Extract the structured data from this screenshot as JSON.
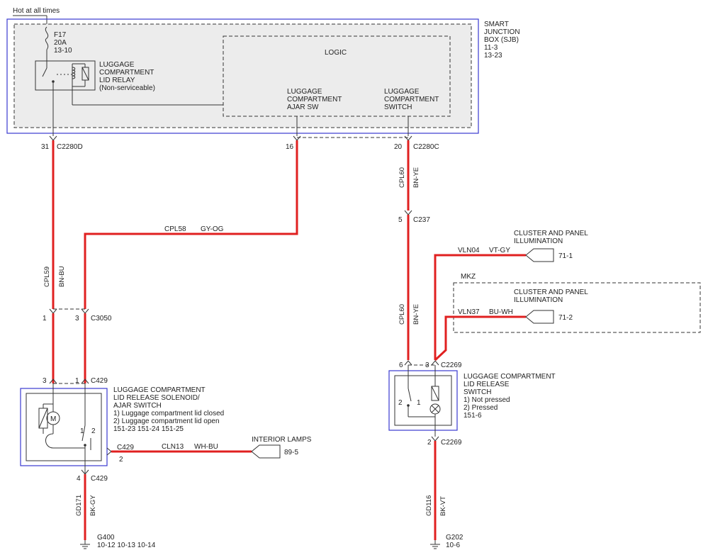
{
  "title": "Hot at all times",
  "sjb": {
    "label_lines": [
      "SMART",
      "JUNCTION",
      "BOX (SJB)",
      "11-3",
      "13-23"
    ],
    "fuse": [
      "F17",
      "20A",
      "13-10"
    ],
    "relay": [
      "LUGGAGE",
      "COMPARTMENT",
      "LID RELAY",
      "(Non-serviceable)"
    ],
    "logic": "LOGIC",
    "ajar_sw": [
      "LUGGAGE",
      "COMPARTMENT",
      "AJAR SW"
    ],
    "switch": [
      "LUGGAGE",
      "COMPARTMENT",
      "SWITCH"
    ]
  },
  "connectors": {
    "c2280d_pin": "31",
    "c2280d": "C2280D",
    "c2280_16": "16",
    "c2280c_pin": "20",
    "c2280c": "C2280C",
    "c237_pin": "5",
    "c237": "C237",
    "c3050_pin1": "1",
    "c3050_pin3": "3",
    "c3050": "C3050",
    "c429_top_pin3": "3",
    "c429_top_pin1": "1",
    "c429_top": "C429",
    "c429_right": "C429",
    "c429_right_pin": "2",
    "c429_bot_pin": "4",
    "c429_bot": "C429",
    "c2269_pin6": "6",
    "c2269_pin3": "3",
    "c2269_top": "C2269",
    "c2269_bot_pin": "2",
    "c2269_bot": "C2269"
  },
  "wires": {
    "cpl59": "CPL59",
    "bn_bu": "BN-BU",
    "cpl58": "CPL58",
    "gy_og": "GY-OG",
    "cpl60_a": "CPL60",
    "bn_ye_a": "BN-YE",
    "cpl60_b": "CPL60",
    "bn_ye_b": "BN-YE",
    "vln04": "VLN04",
    "vt_gy": "VT-GY",
    "vln37": "VLN37",
    "bu_wh": "BU-WH",
    "cln13": "CLN13",
    "wh_bu": "WH-BU",
    "gd171": "GD171",
    "bk_gy": "BK-GY",
    "gd116": "GD116",
    "bk_vt": "BK-VT"
  },
  "cluster1": {
    "lines": [
      "CLUSTER AND PANEL",
      "ILLUMINATION"
    ],
    "ref": "71-1"
  },
  "mkz": "MKZ",
  "cluster2": {
    "lines": [
      "CLUSTER AND PANEL",
      "ILLUMINATION"
    ],
    "ref": "71-2"
  },
  "interior": {
    "label": "INTERIOR LAMPS",
    "ref": "89-5"
  },
  "solenoid": {
    "lines": [
      "LUGGAGE COMPARTMENT",
      "LID RELEASE SOLENOID/",
      "AJAR SWITCH",
      "1) Luggage compartment lid closed",
      "2) Luggage compartment lid open",
      "151-23    151-24    151-25"
    ],
    "pin1": "1",
    "pin2": "2",
    "motor": "M"
  },
  "release_switch": {
    "lines": [
      "LUGGAGE COMPARTMENT",
      "LID RELEASE",
      "SWITCH",
      "1) Not pressed",
      "2) Pressed",
      "151-6"
    ],
    "pin1": "1",
    "pin2": "2"
  },
  "ground1": {
    "name": "G400",
    "refs": "10-12      10-13      10-14"
  },
  "ground2": {
    "name": "G202",
    "refs": "10-6"
  }
}
